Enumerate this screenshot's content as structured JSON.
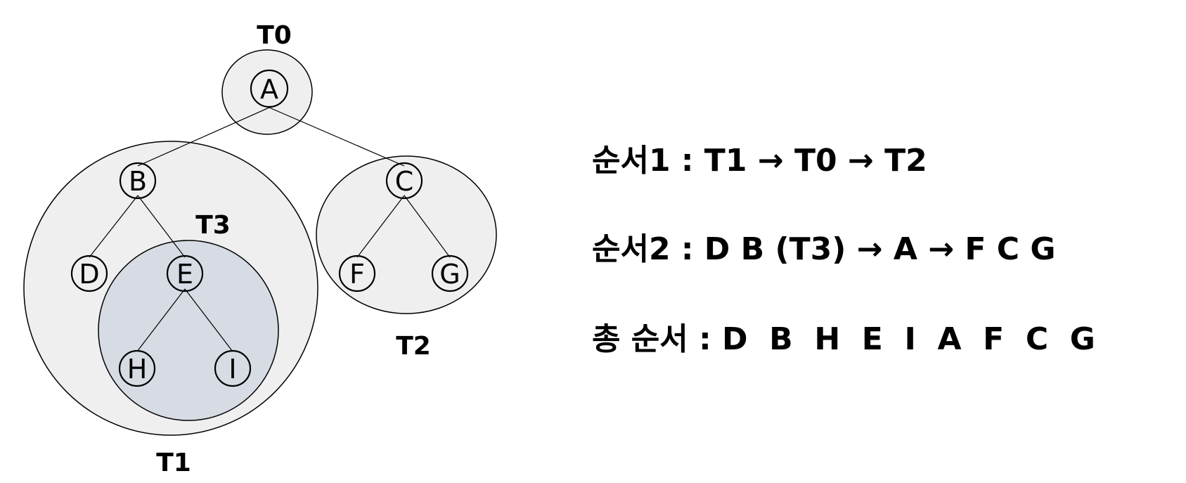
{
  "subtree_labels": {
    "t0": "T0",
    "t1": "T1",
    "t2": "T2",
    "t3": "T3"
  },
  "nodes": {
    "a": "A",
    "b": "B",
    "c": "C",
    "d": "D",
    "e": "E",
    "f": "F",
    "g": "G",
    "h": "H",
    "i": "I"
  },
  "orders": {
    "order1": "순서1 : T1 → T0 → T2",
    "order2": "순서2 : D B (T3) → A → F C G",
    "total": "총 순서 : D  B  H  E  I  A  F  C  G"
  },
  "colors": {
    "subtree_fill": "#efefef",
    "t3_fill": "#d6dbe4",
    "stroke": "#000000"
  }
}
